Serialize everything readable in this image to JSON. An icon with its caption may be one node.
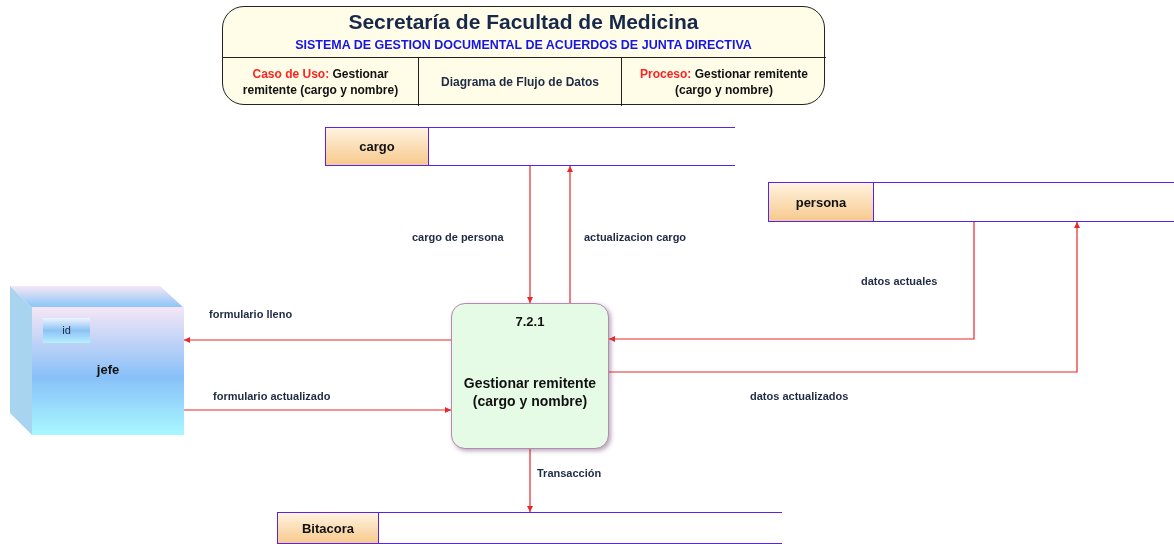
{
  "diagram": {
    "nodes": [
      {
        "text": [
          "Secretaría de Facultad de Medicina",
          "SISTEMA DE GESTION DOCUMENTAL DE ACUERDOS DE JUNTA DIRECTIVA"
        ]
      },
      {
        "text": [
          "Caso de Uso:",
          "Gestionar remitente (cargo y nombre)"
        ],
        "in": 0
      },
      {
        "text": [
          "Diagrama de Flujo de Datos"
        ],
        "in": 0
      },
      {
        "text": [
          "Proceso:",
          "Gestionar remitente (cargo y nombre)"
        ],
        "in": 0
      },
      {
        "text": [
          "cargo"
        ]
      },
      {
        "text": [
          "persona"
        ]
      },
      {
        "text": [
          "jefe"
        ]
      },
      {
        "text": [
          "id"
        ],
        "in": 6
      },
      {
        "text": [
          "7.2.1",
          "Gestionar remitente (cargo y nombre)"
        ]
      },
      {
        "text": [
          "Bitacora"
        ]
      }
    ],
    "edges": [
      {
        "from": 4,
        "to": 8,
        "arrow": "to",
        "label": "cargo de persona"
      },
      {
        "from": 8,
        "to": 4,
        "arrow": "to",
        "label": "actualizacion cargo"
      },
      {
        "from": 5,
        "to": 8,
        "arrow": "to",
        "label": "datos actuales"
      },
      {
        "from": 8,
        "to": 5,
        "arrow": "to",
        "label": "datos actualizados"
      },
      {
        "from": 8,
        "to": 6,
        "arrow": "to",
        "label": "formulario lleno"
      },
      {
        "from": 6,
        "to": 8,
        "arrow": "to",
        "label": "formulario actualizado"
      },
      {
        "from": 8,
        "to": 9,
        "arrow": "to",
        "label": "Transacción"
      }
    ]
  }
}
